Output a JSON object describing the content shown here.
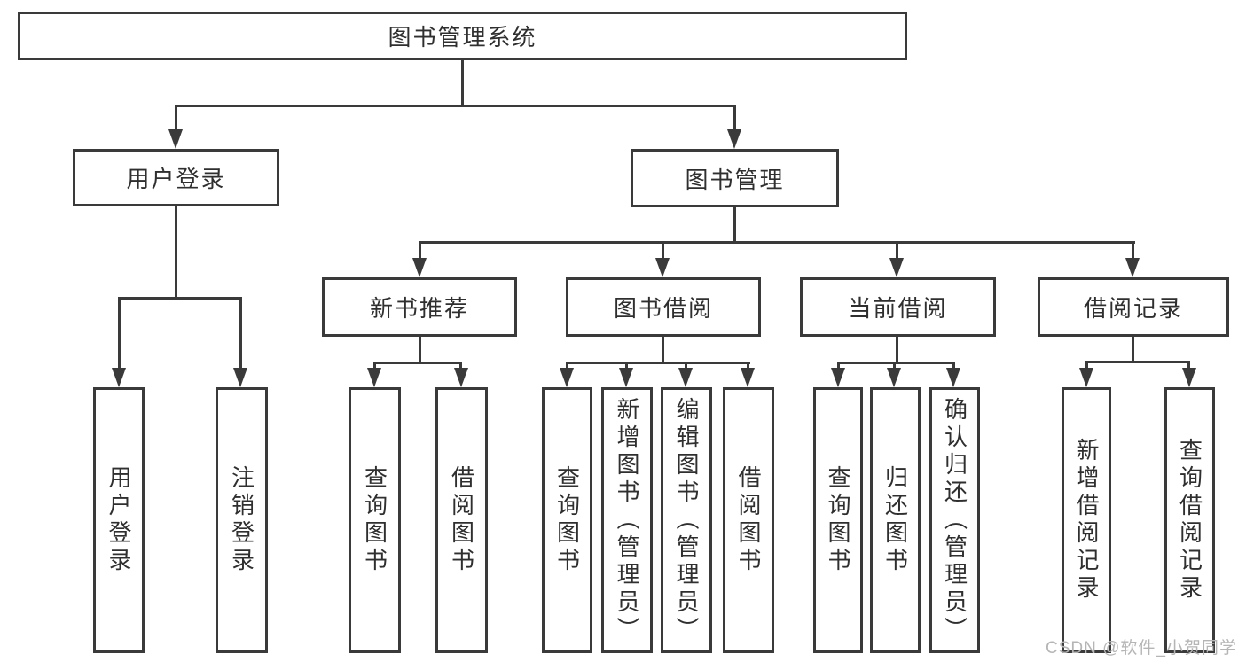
{
  "colors": {
    "line": "#3a3a3a",
    "text": "#2f2f2f",
    "watermark": "#b5b5b5",
    "background": "#ffffff"
  },
  "diagram": {
    "root": {
      "label": "图书管理系统"
    },
    "level2": [
      {
        "label": "用户登录"
      },
      {
        "label": "图书管理"
      }
    ],
    "level3": [
      {
        "label": "新书推荐"
      },
      {
        "label": "图书借阅"
      },
      {
        "label": "当前借阅"
      },
      {
        "label": "借阅记录"
      }
    ],
    "leaves": [
      {
        "label": "用户登录"
      },
      {
        "label": "注销登录"
      },
      {
        "label": "查询图书"
      },
      {
        "label": "借阅图书"
      },
      {
        "label": "查询图书"
      },
      {
        "label": "新增图书（管理员）"
      },
      {
        "label": "编辑图书（管理员）"
      },
      {
        "label": "借阅图书"
      },
      {
        "label": "查询图书"
      },
      {
        "label": "归还图书"
      },
      {
        "label": "确认归还（管理员）"
      },
      {
        "label": "新增借阅记录"
      },
      {
        "label": "查询借阅记录"
      }
    ]
  },
  "watermark": {
    "text": "CSDN @软件_小贺同学"
  }
}
